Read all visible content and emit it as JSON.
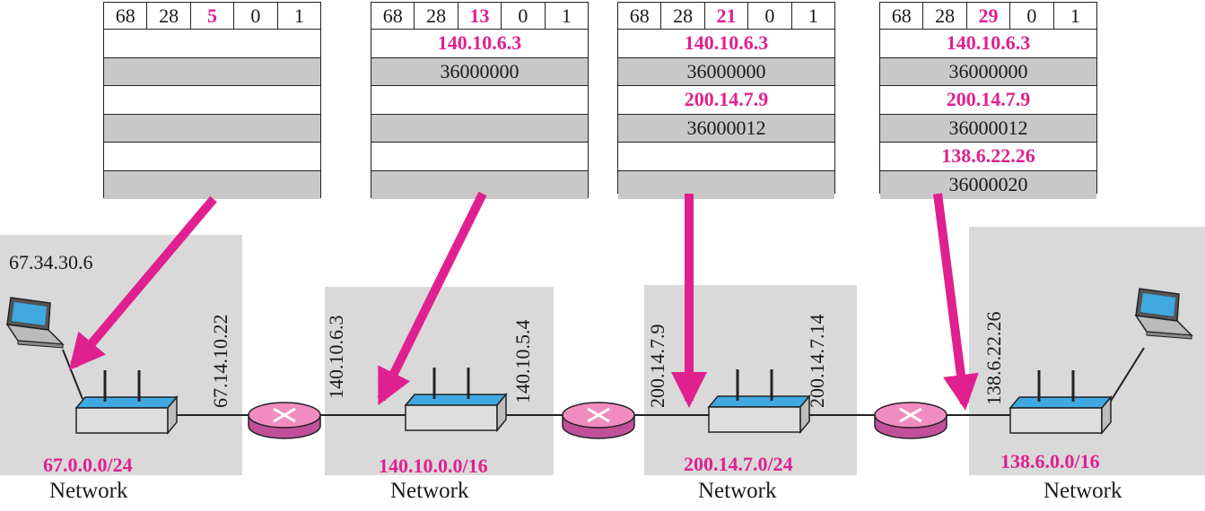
{
  "networks": [
    {
      "prefix": "67.0.0.0/24",
      "caption": "Network"
    },
    {
      "prefix": "140.10.0.0/16",
      "caption": "Network"
    },
    {
      "prefix": "200.14.7.0/24",
      "caption": "Network"
    },
    {
      "prefix": "138.6.0.0/16",
      "caption": "Network"
    }
  ],
  "interface_labels": {
    "source_host": "67.34.30.6",
    "r1_out": "67.14.10.22",
    "r2_in": "140.10.6.3",
    "r2_out": "140.10.5.4",
    "r3_in": "200.14.7.9",
    "r3_out": "200.14.7.14",
    "r4_in": "138.6.22.26"
  },
  "tables": [
    {
      "header": [
        "68",
        "28",
        "5",
        "0",
        "1"
      ],
      "rows": [
        {
          "kind": "addr",
          "text": ""
        },
        {
          "kind": "ts",
          "text": ""
        },
        {
          "kind": "addr",
          "text": ""
        },
        {
          "kind": "ts",
          "text": ""
        },
        {
          "kind": "addr",
          "text": ""
        },
        {
          "kind": "ts",
          "text": ""
        }
      ]
    },
    {
      "header": [
        "68",
        "28",
        "13",
        "0",
        "1"
      ],
      "rows": [
        {
          "kind": "addr",
          "text": "140.10.6.3"
        },
        {
          "kind": "ts",
          "text": "36000000"
        },
        {
          "kind": "addr",
          "text": ""
        },
        {
          "kind": "ts",
          "text": ""
        },
        {
          "kind": "addr",
          "text": ""
        },
        {
          "kind": "ts",
          "text": ""
        }
      ]
    },
    {
      "header": [
        "68",
        "28",
        "21",
        "0",
        "1"
      ],
      "rows": [
        {
          "kind": "addr",
          "text": "140.10.6.3"
        },
        {
          "kind": "ts",
          "text": "36000000"
        },
        {
          "kind": "addr",
          "text": "200.14.7.9"
        },
        {
          "kind": "ts",
          "text": "36000012"
        },
        {
          "kind": "addr",
          "text": ""
        },
        {
          "kind": "ts",
          "text": ""
        }
      ]
    },
    {
      "header": [
        "68",
        "28",
        "29",
        "0",
        "1"
      ],
      "rows": [
        {
          "kind": "addr",
          "text": "140.10.6.3"
        },
        {
          "kind": "ts",
          "text": "36000000"
        },
        {
          "kind": "addr",
          "text": "200.14.7.9"
        },
        {
          "kind": "ts",
          "text": "36000012"
        },
        {
          "kind": "addr",
          "text": "138.6.22.26"
        },
        {
          "kind": "ts",
          "text": "36000020"
        }
      ]
    }
  ],
  "colors": {
    "accent": "#e0208f",
    "network_bg": "#d9d9d9",
    "switch_top": "#3fa9e0",
    "router_fill": "#f08cc0"
  },
  "icons": [
    "laptop-icon",
    "switch-icon",
    "router-icon",
    "arrow-icon"
  ]
}
